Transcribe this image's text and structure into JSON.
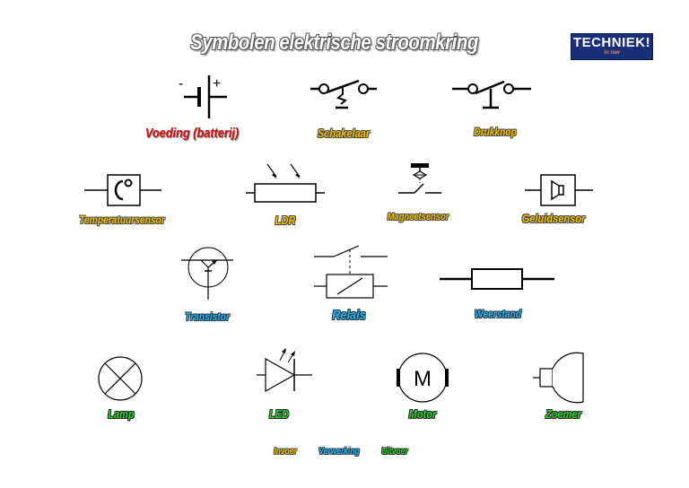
{
  "title": "Symbolen elektrische stroomkring",
  "logo": {
    "main": "TECHNIEK!",
    "sub": "in raw"
  },
  "battery": {
    "minus": "-",
    "plus": "+"
  },
  "motor_letter": "M",
  "labels": {
    "voeding": "Voeding (batterij)",
    "schakelaar": "Schakelaar",
    "drukknop": "Drukknop",
    "temperatuursensor": "Temperatuursensor",
    "ldr": "LDR",
    "magneetsensor": "Magneetsensor",
    "geluidsensor": "Geluidsensor",
    "transistor": "Transistor",
    "relais": "Relais",
    "weerstand": "Weerstand",
    "lamp": "Lamp",
    "led": "LED",
    "motor": "Motor",
    "zoemer": "Zoemer"
  },
  "legend": {
    "invoer": "Invoer",
    "verwerking": "Verwerking",
    "uitvoer": "Uitvoer"
  },
  "colors": {
    "invoer": "#f0c000",
    "verwerking": "#2ab4e8",
    "uitvoer": "#2cd12c",
    "voeding": "#cc1010",
    "logo": "#1a2f7a"
  }
}
